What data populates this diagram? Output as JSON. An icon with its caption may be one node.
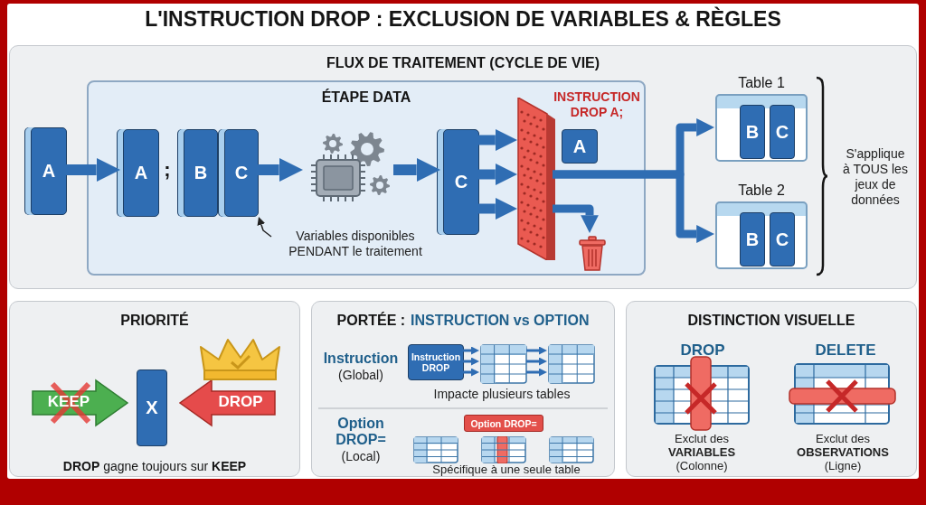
{
  "diagram": {
    "title": "L'INSTRUCTION DROP : EXCLUSION DE VARIABLES & RÈGLES",
    "nodes": [
      {
        "text": [
          "FLUX DE TRAITEMENT (CYCLE DE VIE)"
        ]
      },
      {
        "text": [
          "A"
        ],
        "in": 0
      },
      {
        "text": [
          "ÉTAPE DATA"
        ],
        "in": 0
      },
      {
        "text": [
          "A"
        ],
        "in": 2
      },
      {
        "text": [
          "B"
        ],
        "in": 2
      },
      {
        "text": [
          "C"
        ],
        "in": 2
      },
      {
        "text": [],
        "shape": "picture",
        "in": 2
      },
      {
        "text": [
          "C"
        ],
        "in": 2
      },
      {
        "text": [],
        "shape": "bar",
        "in": 2
      },
      {
        "text": [
          "A"
        ],
        "in": 2
      },
      {
        "text": [],
        "shape": "picture",
        "in": 2
      },
      {
        "text": [
          "Variables disponibles PENDANT le traitement"
        ],
        "in": 2
      },
      {
        "text": [
          "Table 1"
        ],
        "in": 0
      },
      {
        "text": [
          "B"
        ],
        "in": 12
      },
      {
        "text": [
          "C"
        ],
        "in": 12
      },
      {
        "text": [
          "Table 2"
        ],
        "in": 0
      },
      {
        "text": [
          "B"
        ],
        "in": 15
      },
      {
        "text": [
          "C"
        ],
        "in": 15
      },
      {
        "text": [
          "PRIORITÉ"
        ]
      },
      {
        "text": [
          "KEEP"
        ],
        "in": 18
      },
      {
        "text": [
          "X"
        ],
        "in": 18
      },
      {
        "text": [
          "DROP"
        ],
        "in": 18
      },
      {
        "text": [
          "PORTÉE :",
          "INSTRUCTION vs OPTION"
        ]
      },
      {
        "text": [
          "Instruction DROP"
        ],
        "in": 22
      },
      {
        "text": [],
        "shape": "box",
        "in": 22
      },
      {
        "text": [],
        "shape": "box",
        "in": 22
      },
      {
        "text": [
          "Option DROP="
        ],
        "in": 22
      },
      {
        "text": [],
        "shape": "box",
        "in": 22
      },
      {
        "text": [],
        "shape": "box",
        "in": 22
      },
      {
        "text": [],
        "shape": "box",
        "in": 22
      },
      {
        "text": [
          "DISTINCTION VISUELLE"
        ]
      }
    ],
    "edges": [
      {
        "from": 1,
        "to": 3,
        "arrow": "to"
      },
      {
        "from": 11,
        "to": 5,
        "arrow": "to",
        "color": "#222222"
      },
      {
        "from": 5,
        "to": 6,
        "arrow": "to"
      },
      {
        "from": 6,
        "to": 7,
        "arrow": "to"
      },
      {
        "from": 7,
        "to": 8,
        "arrow": "to"
      },
      {
        "from": 7,
        "to": 8,
        "arrow": "to"
      },
      {
        "from": 7,
        "to": 8,
        "arrow": "to"
      },
      {
        "from": 8,
        "to": 12,
        "arrow": "to"
      },
      {
        "from": 8,
        "to": 15,
        "arrow": "to"
      },
      {
        "from": 8,
        "to": 10,
        "arrow": "to"
      },
      {
        "from": 23,
        "to": 24,
        "arrow": "to"
      },
      {
        "from": 23,
        "to": 24,
        "arrow": "to"
      },
      {
        "from": 23,
        "to": 24,
        "arrow": "to"
      },
      {
        "from": 24,
        "to": 25,
        "arrow": "to"
      },
      {
        "from": 24,
        "to": 25,
        "arrow": "to"
      },
      {
        "from": 24,
        "to": 25,
        "arrow": "to"
      }
    ],
    "labels": [
      "INSTRUCTION DROP A;",
      ";",
      "S'applique à TOUS les jeux de données",
      "**DROP** gagne toujours sur **KEEP**",
      "Instruction",
      "(Global)",
      "Impacte plusieurs tables",
      "Option DROP=",
      "(Local)",
      "Spécifique à une seule table",
      "DROP",
      "DELETE",
      "Exclut des **VARIABLES** (Colonne)",
      "Exclut des **OBSERVATIONS** (Ligne)"
    ]
  }
}
